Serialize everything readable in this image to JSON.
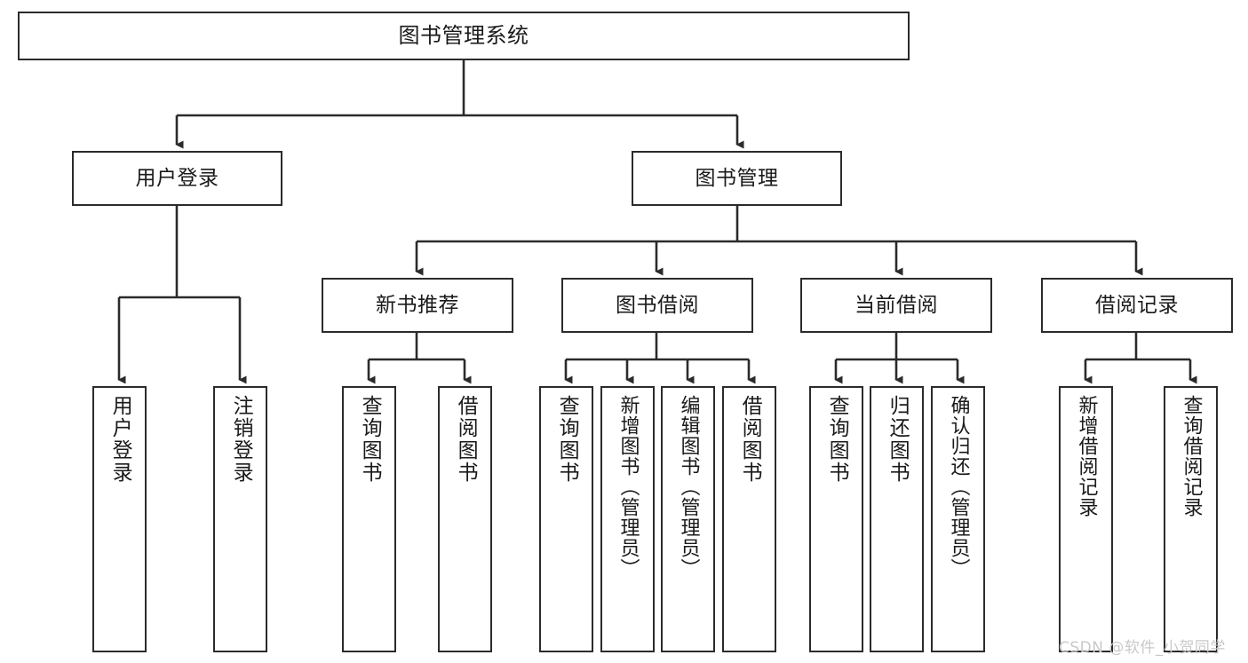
{
  "diagram": {
    "title": "图书管理系统",
    "type": "tree-hierarchy-diagram",
    "style": {
      "background": "#ffffff",
      "box_fill": "#ffffff",
      "box_border": "#2b2b2b",
      "text_color": "#1a1a1a",
      "connector_color": "#2b2b2b"
    },
    "nodes": {
      "root": {
        "label": "图书管理系统"
      },
      "level2": [
        {
          "label": "用户登录"
        },
        {
          "label": "图书管理"
        }
      ],
      "level3": [
        {
          "label": "新书推荐"
        },
        {
          "label": "图书借阅"
        },
        {
          "label": "当前借阅"
        },
        {
          "label": "借阅记录"
        }
      ],
      "leaves_user_login": [
        {
          "label": "用户登录"
        },
        {
          "label": "注销登录"
        }
      ],
      "leaves_new_book": [
        {
          "label": "查询图书"
        },
        {
          "label": "借阅图书"
        }
      ],
      "leaves_borrow": [
        {
          "label": "查询图书"
        },
        {
          "label": "新增图书（管理员）"
        },
        {
          "label": "编辑图书（管理员）"
        },
        {
          "label": "借阅图书"
        }
      ],
      "leaves_current": [
        {
          "label": "查询图书"
        },
        {
          "label": "归还图书"
        },
        {
          "label": "确认归还（管理员）"
        }
      ],
      "leaves_records": [
        {
          "label": "新增借阅记录"
        },
        {
          "label": "查询借阅记录"
        }
      ]
    }
  },
  "watermark": {
    "text": "CSDN @软件_小贺同学",
    "color": "#c9c9c9"
  }
}
